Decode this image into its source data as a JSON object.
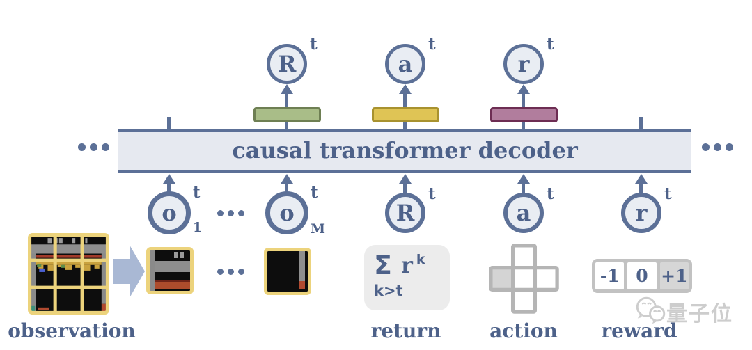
{
  "decoder": {
    "label": "causal transformer decoder"
  },
  "predictions": {
    "return": {
      "symbol": "R",
      "sup": "t",
      "embed_color": "#a9bd88",
      "embed_border": "#6e7f53"
    },
    "action": {
      "symbol": "a",
      "sup": "t",
      "embed_color": "#dfc455",
      "embed_border": "#a8922f"
    },
    "reward": {
      "symbol": "r",
      "sup": "t",
      "embed_color": "#b17d9d",
      "embed_border": "#6d2d53"
    }
  },
  "inputs": {
    "obs_first": {
      "symbol": "o",
      "sup": "t",
      "sub": "1"
    },
    "obs_last": {
      "symbol": "o",
      "sup": "t",
      "sub": "M"
    },
    "return": {
      "symbol": "R",
      "sup": "t"
    },
    "action": {
      "symbol": "a",
      "sup": "t"
    },
    "reward": {
      "symbol": "r",
      "sup": "t"
    }
  },
  "sections": {
    "observation": {
      "label": "observation"
    },
    "return": {
      "label": "return",
      "formula": {
        "sigma": "Σ",
        "term": "r",
        "sup": "k",
        "condition": "k>t"
      }
    },
    "action": {
      "label": "action"
    },
    "reward": {
      "label": "reward",
      "cells": [
        "-1",
        "0",
        "+1"
      ],
      "selected_cell": "+1"
    }
  },
  "watermark": {
    "text": "量子位"
  },
  "icons": {
    "ellipsis_left": "•••",
    "ellipsis_right": "•••",
    "obs_token_gap_dots": "···",
    "patch_gap_dots": "···",
    "observation_thumbnail": "atari-frame-3x3-patch-grid",
    "patch_first": "image-patch-top-left",
    "patch_last": "image-patch-bottom-right",
    "patchify_arrow": "right-arrow",
    "action_icon": "dpad-cross-left-highlighted",
    "watermark_icon": "wechat-logo"
  },
  "colors": {
    "line_slate": "#5c7097",
    "text_slate": "#4d6189",
    "node_fill": "#e9edf3",
    "bar_fill": "#e6e9f0",
    "patch_frame_yellow": "#ecd37c",
    "big_arrow": "#a9b8d4",
    "ui_gray": "#b5b5b5",
    "watermark_gray": "#cdcdcd"
  }
}
